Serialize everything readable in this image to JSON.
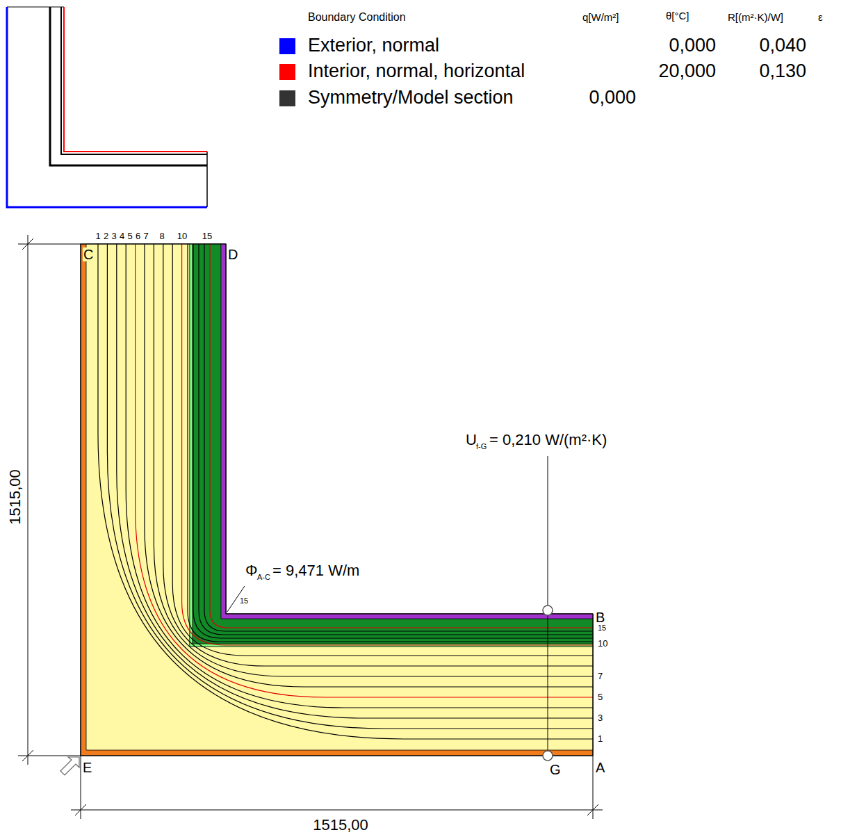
{
  "diagram": {
    "labels": [
      "Boundary Condition",
      "q[W/m²]",
      "θ[°C]",
      "R[(m²·K)/W]",
      "ε",
      "0,000",
      "0,040",
      "20,000",
      "0,130",
      "0,000",
      "1515,00",
      "C",
      "D",
      "1",
      "2",
      "3",
      "4",
      "5",
      "6",
      "7",
      "8",
      "10",
      "15",
      "U",
      "f-G",
      "= 0,210 W/(m²·K)",
      "Φ",
      "A-C",
      "= 9,471 W/m",
      "15",
      "B",
      "15",
      "10",
      "7",
      "5",
      "3",
      "1",
      "E",
      "G",
      "A",
      "1515,00"
    ],
    "legend": [
      {
        "text": "Exterior, normal",
        "color": "#0000ff"
      },
      {
        "text": "Interior, normal, horizontal",
        "color": "#ff0000"
      },
      {
        "text": "Symmetry/Model section",
        "color": "#333333"
      }
    ]
  }
}
